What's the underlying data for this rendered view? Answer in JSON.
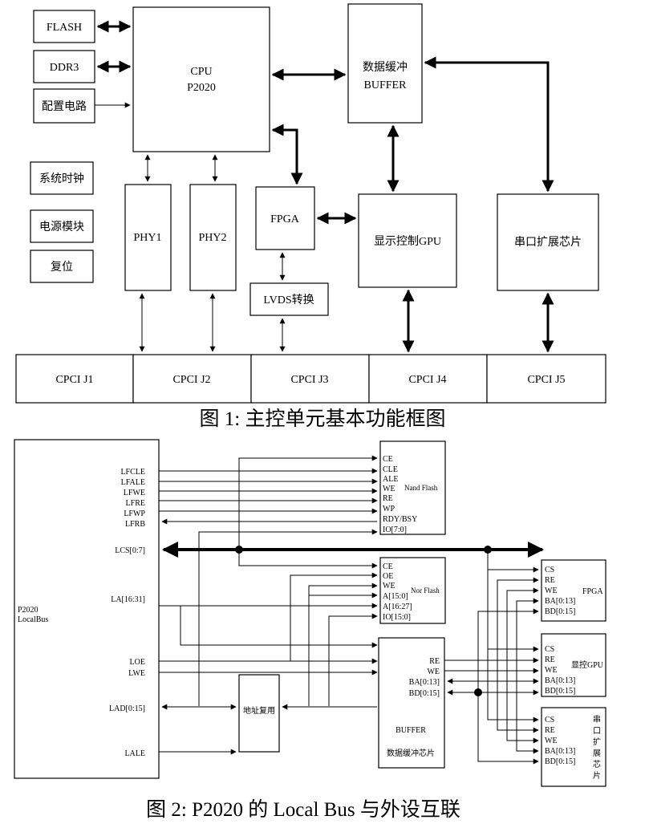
{
  "fig1": {
    "caption": "图 1: 主控单元基本功能框图",
    "flash": "FLASH",
    "ddr3": "DDR3",
    "config": "配置电路",
    "cpu_line1": "CPU",
    "cpu_line2": "P2020",
    "buffer_line1": "数据缓冲",
    "buffer_line2": "BUFFER",
    "sys_clock": "系统时钟",
    "power": "电源模块",
    "reset": "复位",
    "phy1": "PHY1",
    "phy2": "PHY2",
    "fpga": "FPGA",
    "gpu": "显示控制GPU",
    "serial": "串口扩展芯片",
    "lvds": "LVDS转换",
    "cpci": [
      "CPCI J1",
      "CPCI J2",
      "CPCI J3",
      "CPCI J4",
      "CPCI J5"
    ]
  },
  "fig2": {
    "caption": "图 2: P2020 的 Local Bus 与外设互联",
    "p2020_line1": "P2020",
    "p2020_line2": "LocalBus",
    "left_signals": [
      "LFCLE",
      "LFALE",
      "LFWE",
      "LFRE",
      "LFWP",
      "LFRB"
    ],
    "lcs": "LCS[0:7]",
    "la": "LA[16:31]",
    "loe": "LOE",
    "lwe": "LWE",
    "lad": "LAD[0:15]",
    "lale": "LALE",
    "nand_title": "Nand Flash",
    "nand_pins": [
      "CE",
      "CLE",
      "ALE",
      "WE",
      "RE",
      "WP",
      "RDY/BSY",
      "IO[7:0]"
    ],
    "nor_title": "Nor Flash",
    "nor_pins": [
      "CE",
      "OE",
      "WE",
      "A[15:0]",
      "A[16:27]",
      "IO[15:0]"
    ],
    "addr_mux": "地址复用",
    "buffer_pins": [
      "RE",
      "WE",
      "BA[0:13]",
      "BD[0:15]"
    ],
    "buffer_name": "BUFFER",
    "buffer_chip": "数据缓冲芯片",
    "fpga_title": "FPGA",
    "gpu_title": "显控GPU",
    "serial_title_chars": [
      "串",
      "口",
      "扩",
      "展",
      "芯",
      "片"
    ],
    "periph_pins": [
      "CS",
      "RE",
      "WE",
      "BA[0:13]",
      "BD[0:15]"
    ]
  }
}
